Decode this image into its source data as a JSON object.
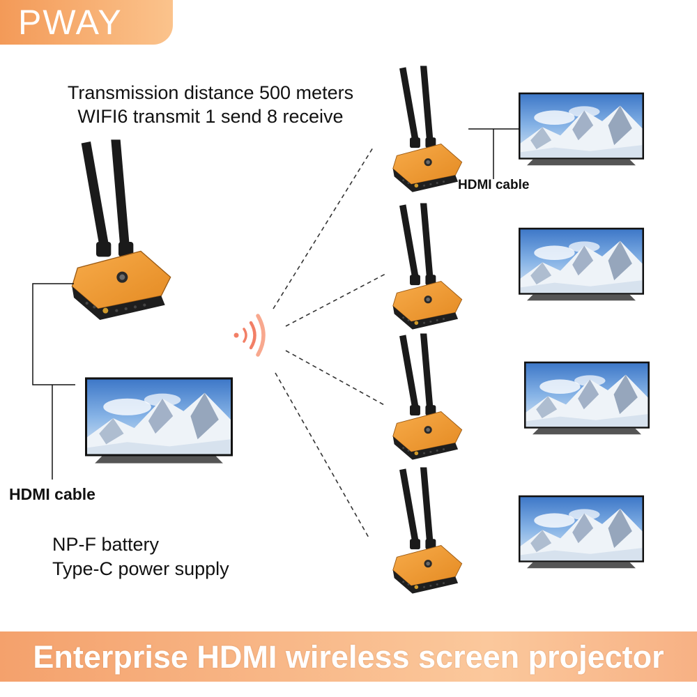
{
  "brand": {
    "logo": "PWAY",
    "accent": "#f4a26c"
  },
  "headline": {
    "line1": "Transmission distance 500 meters",
    "line2": "WIFI6 transmit 1 send 8 receive"
  },
  "labels": {
    "hdmi_main": "HDMI cable",
    "hdmi_receiver": "HDMI cable"
  },
  "power": {
    "line1": "NP-F battery",
    "line2": "Type-C power supply"
  },
  "banner": {
    "text": "Enterprise HDMI wireless screen projector"
  },
  "colors": {
    "device_body": "#f19a36",
    "device_base": "#1e1e1e",
    "antenna": "#1a1a1a",
    "sky": "#5a8fd4",
    "snow": "#eef3f8"
  },
  "icons": [
    "wireless-signal-icon",
    "transmitter-device",
    "receiver-device",
    "tv-monitor"
  ]
}
